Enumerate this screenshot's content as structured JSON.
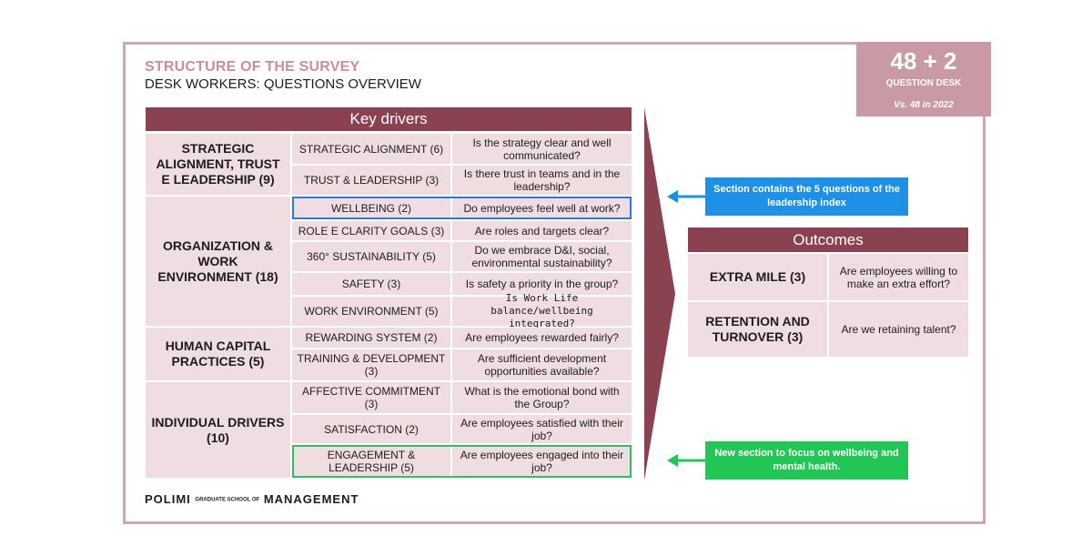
{
  "header": {
    "title": "STRUCTURE OF THE SURVEY",
    "subtitle": "DESK WORKERS: QUESTIONS OVERVIEW"
  },
  "question_box": {
    "count": "48 + 2",
    "label": "QUESTION DESK",
    "comparison": "Vs. 48 in 2022"
  },
  "key_drivers": {
    "heading": "Key drivers",
    "categories": [
      "STRATEGIC ALIGNMENT, TRUST E LEADERSHIP (9)",
      "ORGANIZATION & WORK ENVIRONMENT (18)",
      "HUMAN CAPITAL PRACTICES (5)",
      "INDIVIDUAL DRIVERS (10)"
    ],
    "rows": [
      {
        "driver": "STRATEGIC ALIGNMENT (6)",
        "question": "Is the strategy clear and well communicated?"
      },
      {
        "driver": "TRUST & LEADERSHIP (3)",
        "question": "Is there trust in teams and in the leadership?"
      },
      {
        "driver": "WELLBEING (2)",
        "question": "Do employees feel well at work?"
      },
      {
        "driver": "ROLE E CLARITY GOALS (3)",
        "question": "Are roles and targets clear?"
      },
      {
        "driver": "360° SUSTAINABILITY (5)",
        "question": "Do we embrace D&I, social, environmental sustainability?"
      },
      {
        "driver": "SAFETY (3)",
        "question": "Is safety a priority in the group?"
      },
      {
        "driver": "WORK ENVIRONMENT (5)",
        "question": "Is Work Life balance/wellbeing integrated?"
      },
      {
        "driver": "REWARDING SYSTEM (2)",
        "question": "Are employees rewarded fairly?"
      },
      {
        "driver": "TRAINING & DEVELOPMENT (3)",
        "question": "Are sufficient development opportunities available?"
      },
      {
        "driver": "AFFECTIVE COMMITMENT (3)",
        "question": "What is the emotional bond with the Group?"
      },
      {
        "driver": "SATISFACTION (2)",
        "question": "Are employees satisfied with their job?"
      },
      {
        "driver": "ENGAGEMENT & LEADERSHIP (5)",
        "question": "Are employees engaged into their job?"
      }
    ]
  },
  "outcomes": {
    "heading": "Outcomes",
    "rows": [
      {
        "driver": "EXTRA MILE (3)",
        "question": "Are employees willing to make an extra effort?"
      },
      {
        "driver": "RETENTION AND TURNOVER (3)",
        "question": "Are we retaining talent?"
      }
    ]
  },
  "callouts": {
    "leadership": "Section contains the 5 questions of the leadership index",
    "wellbeing": "New section to focus on wellbeing and mental health."
  },
  "logo": {
    "left": "POLIMI",
    "tiny": "GRADUATE SCHOOL OF",
    "right": "MANAGEMENT"
  },
  "colors": {
    "header_fill": "#8a4250",
    "cell_fill": "#f0dde1",
    "title_accent": "#c88e99",
    "highlight_blue": "#2e7bd6",
    "highlight_green": "#2fbf5c"
  }
}
